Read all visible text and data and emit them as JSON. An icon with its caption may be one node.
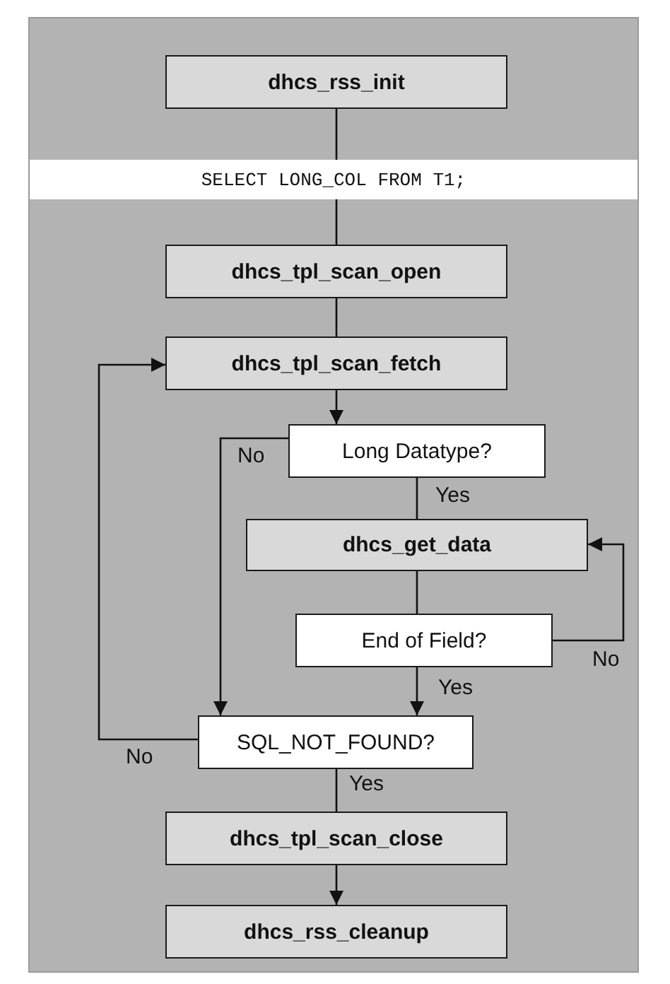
{
  "diagram": {
    "nodes": [
      {
        "text": [
          "dhcs_rss_init"
        ]
      },
      {
        "text": [
          "SELECT LONG_COL FROM T1;"
        ]
      },
      {
        "text": [
          "dhcs_tpl_scan_open"
        ]
      },
      {
        "text": [
          "dhcs_tpl_scan_fetch"
        ]
      },
      {
        "text": [
          "Long Datatype?"
        ]
      },
      {
        "text": [
          "dhcs_get_data"
        ]
      },
      {
        "text": [
          "End of Field?"
        ]
      },
      {
        "text": [
          "SQL_NOT_FOUND?"
        ]
      },
      {
        "text": [
          "dhcs_tpl_scan_close"
        ]
      },
      {
        "text": [
          "dhcs_rss_cleanup"
        ]
      }
    ],
    "edges": [
      {
        "from": 0,
        "to": 1,
        "arrow": "none"
      },
      {
        "from": 1,
        "to": 2,
        "arrow": "none"
      },
      {
        "from": 2,
        "to": 3,
        "arrow": "none"
      },
      {
        "from": 3,
        "to": 4,
        "arrow": "to"
      },
      {
        "from": 4,
        "to": 5,
        "arrow": "none",
        "label": "Yes"
      },
      {
        "from": 5,
        "to": 6,
        "arrow": "none"
      },
      {
        "from": 6,
        "to": 5,
        "arrow": "to",
        "label": "No"
      },
      {
        "from": 6,
        "to": 7,
        "arrow": "to",
        "label": "Yes"
      },
      {
        "from": 4,
        "to": 7,
        "arrow": "to",
        "label": "No"
      },
      {
        "from": 7,
        "to": 3,
        "arrow": "to",
        "label": "No"
      },
      {
        "from": 7,
        "to": 8,
        "arrow": "none",
        "label": "Yes"
      },
      {
        "from": 8,
        "to": 9,
        "arrow": "to"
      }
    ]
  }
}
